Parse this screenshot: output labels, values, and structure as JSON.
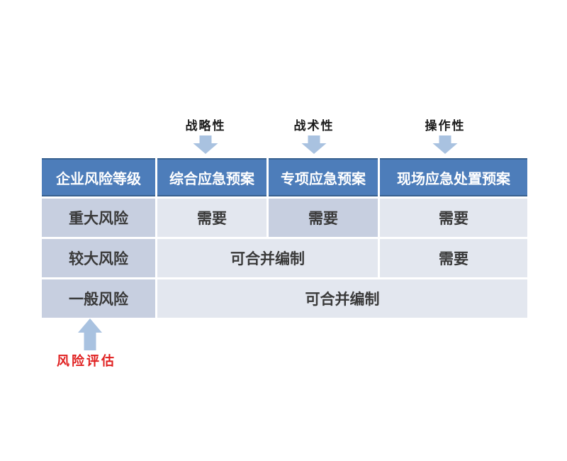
{
  "colors": {
    "background": "#ffffff",
    "header_bg": "#4d7dba",
    "header_border": "#38618f",
    "header_text": "#ffffff",
    "cell_dark": "#c7cfe0",
    "cell_light": "#e3e7ef",
    "body_text": "#3a3a3a",
    "arrow_fill": "#a9c2e0",
    "assessment_text": "#e01f1f"
  },
  "annotations": {
    "top": [
      {
        "label": "战略性",
        "icon": "down-arrow-icon"
      },
      {
        "label": "战术性",
        "icon": "down-arrow-icon"
      },
      {
        "label": "操作性",
        "icon": "down-arrow-icon"
      }
    ],
    "bottom": {
      "label": "风险评估",
      "icon": "up-arrow-icon"
    }
  },
  "table": {
    "headers": [
      "企业风险等级",
      "综合应急预案",
      "专项应急预案",
      "现场应急处置预案"
    ],
    "rows": [
      {
        "level": "重大风险",
        "cells": [
          {
            "text": "需要"
          },
          {
            "text": "需要"
          },
          {
            "text": "需要"
          }
        ]
      },
      {
        "level": "较大风险",
        "cells": [
          {
            "text": "可合并编制"
          },
          {
            "text": "需要"
          }
        ]
      },
      {
        "level": "一般风险",
        "cells": [
          {
            "text": "可合并编制"
          }
        ]
      }
    ]
  }
}
